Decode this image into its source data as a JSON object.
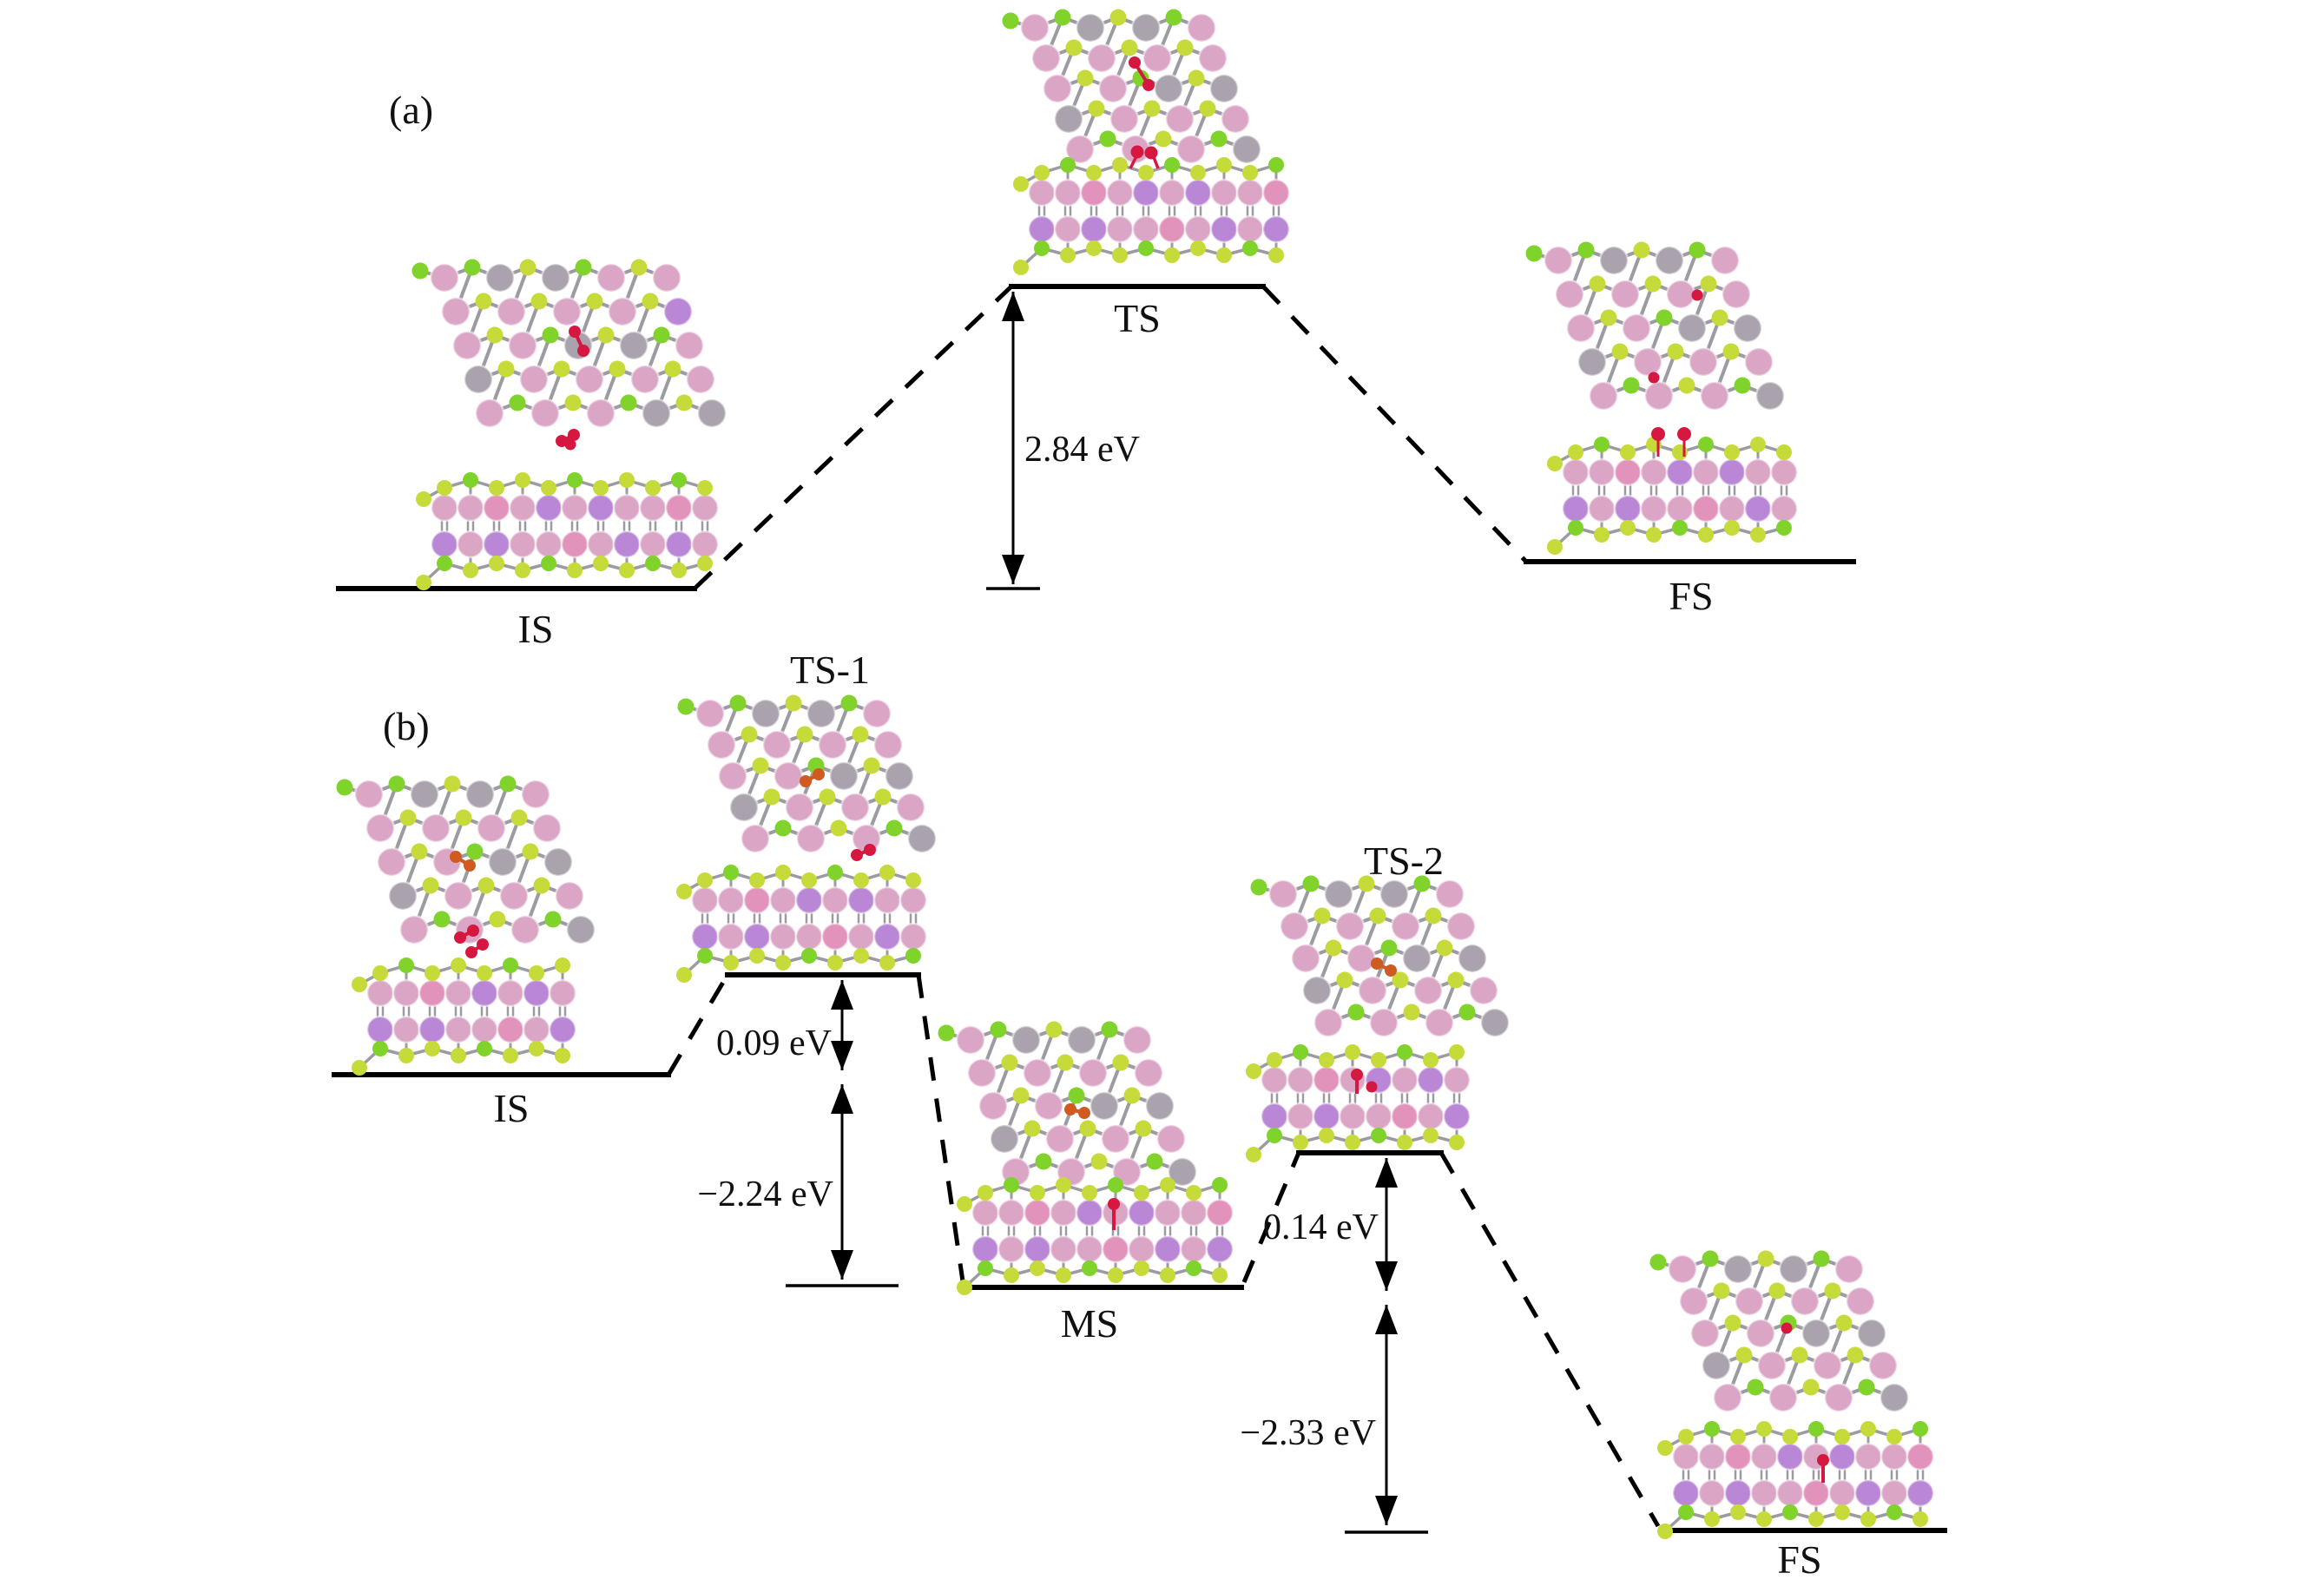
{
  "figure": {
    "background": "#ffffff",
    "ink_color": "#000000",
    "panel_a": {
      "label": "(a)",
      "states": {
        "is": "IS",
        "ts": "TS",
        "fs": "FS"
      },
      "barrier": "2.84 eV"
    },
    "panel_b": {
      "label": "(b)",
      "states": {
        "is": "IS",
        "ts1": "TS-1",
        "ms": "MS",
        "ts2": "TS-2",
        "fs": "FS"
      },
      "energies": {
        "ts1_barrier": "0.09 eV",
        "ms_relative": "−2.24 eV",
        "ts2_barrier": "0.14 eV",
        "fs_relative": "−2.33 eV"
      }
    },
    "atom_colors": {
      "sulfur_yellow_green": "#c6db3a",
      "sulfur_bright_green": "#7fd32a",
      "metal_pink": "#dba6c6",
      "metal_rose": "#e293bb",
      "metal_purple": "#ba86d6",
      "metal_gray": "#aaa3ad",
      "bond_gray": "#9b9ba1",
      "oxygen_red": "#d6173f",
      "oxygen_orange": "#cf5b22"
    }
  },
  "chart_data": [
    {
      "type": "line",
      "panel": "(a)",
      "x_states": [
        "IS",
        "TS",
        "FS"
      ],
      "annotations": [
        {
          "segment": "IS to TS",
          "label": "2.84 eV"
        }
      ]
    },
    {
      "type": "line",
      "panel": "(b)",
      "x_states": [
        "IS",
        "TS-1",
        "MS",
        "TS-2",
        "FS"
      ],
      "annotations": [
        {
          "segment": "IS to TS-1",
          "label": "0.09 eV"
        },
        {
          "segment": "IS to MS",
          "label": "−2.24 eV"
        },
        {
          "segment": "MS to TS-2",
          "label": "0.14 eV"
        },
        {
          "segment": "MS to FS",
          "label": "−2.33 eV"
        }
      ]
    }
  ]
}
